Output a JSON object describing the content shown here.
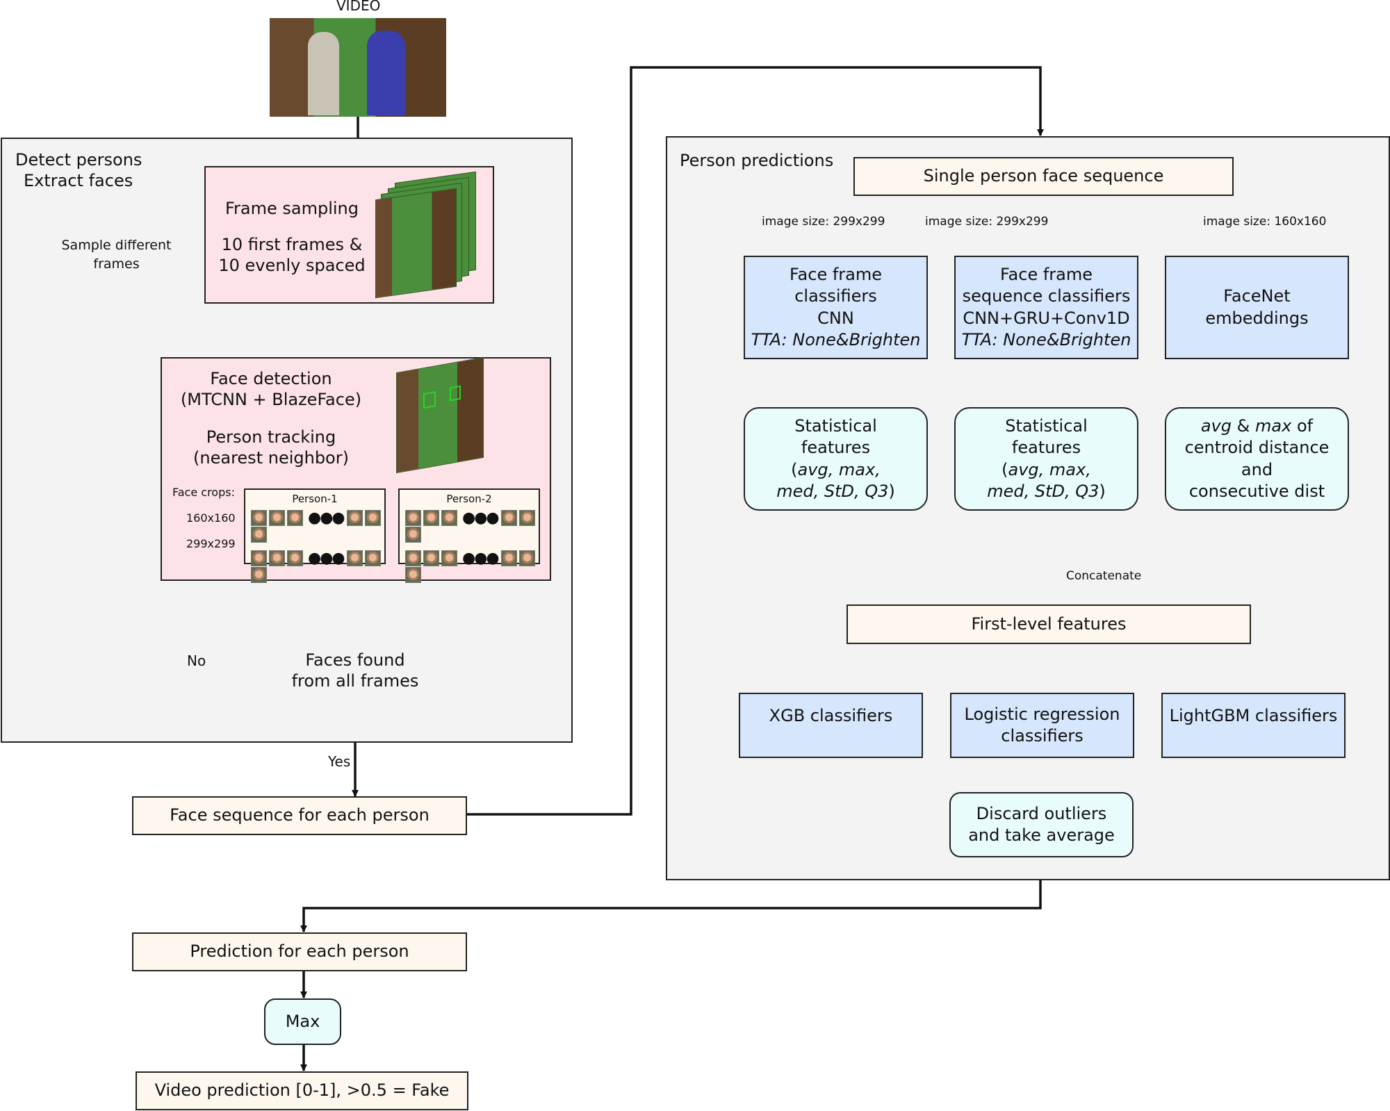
{
  "video_label": "VIDEO",
  "left_panel": {
    "title_line1": "Detect persons",
    "title_line2": "Extract faces",
    "frame_sampling": {
      "line1": "Frame sampling",
      "line2": "10 first frames &",
      "line3": "10 evenly spaced"
    },
    "sample_different": {
      "line1": "Sample different",
      "line2": "frames"
    },
    "face_detection": {
      "line1": "Face detection",
      "line2": "(MTCNN + BlazeFace)",
      "line3": "Person tracking",
      "line4": "(nearest neighbor)",
      "crops_label": "Face crops:",
      "size_small": "160x160",
      "size_large": "299x299",
      "person1": "Person-1",
      "person2": "Person-2"
    },
    "decision": {
      "line1": "Faces found",
      "line2": "from all frames",
      "no": "No",
      "yes": "Yes"
    }
  },
  "face_sequence": "Face sequence for each person",
  "right_panel": {
    "title": "Person predictions",
    "single_seq": "Single person face sequence",
    "size1": "image size: 299x299",
    "size2": "image size: 299x299",
    "size3": "image size: 160x160",
    "clf1": {
      "line1": "Face frame",
      "line2": "classifiers",
      "line3": "CNN",
      "line4": "TTA: None&Brighten"
    },
    "clf2": {
      "line1": "Face frame",
      "line2": "sequence classifiers",
      "line3": "CNN+GRU+Conv1D",
      "line4": "TTA: None&Brighten"
    },
    "clf3": {
      "line1": "FaceNet",
      "line2": "embeddings"
    },
    "stat1": {
      "line1": "Statistical",
      "line2": "features",
      "open": "(",
      "line3a": "avg, max,",
      "line4a": "med, StD, Q3",
      "close": ")"
    },
    "stat2": {
      "line1": "Statistical",
      "line2": "features",
      "open": "(",
      "line3a": "avg, max,",
      "line4a": "med, StD, Q3",
      "close": ")"
    },
    "stat3": {
      "avg": "avg",
      "amp": " & ",
      "max": "max",
      "of": " of",
      "line2": "centroid distance",
      "line3": "and",
      "line4": "consecutive dist"
    },
    "concatenate": "Concatenate",
    "first_level": "First-level features",
    "xgb": "XGB classifiers",
    "logreg": {
      "line1": "Logistic regression",
      "line2": "classifiers"
    },
    "lgbm": "LightGBM classifiers",
    "discard": {
      "line1": "Discard outliers",
      "line2": "and take average"
    }
  },
  "prediction_each": "Prediction for each person",
  "max": "Max",
  "video_prediction": "Video prediction [0-1], >0.5 = Fake"
}
